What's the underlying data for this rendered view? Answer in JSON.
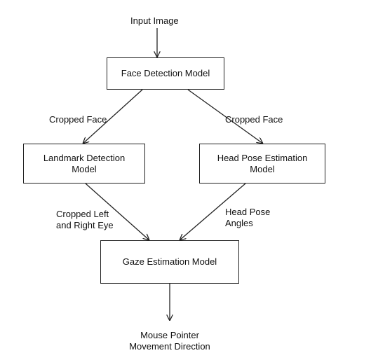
{
  "nodes": {
    "input_image": {
      "label": "Input Image"
    },
    "face_detection": {
      "label": "Face Detection Model"
    },
    "landmark_detection": {
      "line1": "Landmark Detection",
      "line2": "Model"
    },
    "head_pose": {
      "line1": "Head Pose Estimation",
      "line2": "Model"
    },
    "gaze_estimation": {
      "label": "Gaze Estimation Model"
    },
    "output": {
      "line1": "Mouse Pointer",
      "line2": "Movement Direction"
    }
  },
  "edges": {
    "face_to_landmark": {
      "label": "Cropped Face"
    },
    "face_to_headpose": {
      "label": "Cropped Face"
    },
    "landmark_to_gaze": {
      "line1": "Cropped Left",
      "line2": "and Right Eye"
    },
    "headpose_to_gaze": {
      "line1": "Head Pose",
      "line2": "Angles"
    }
  },
  "colors": {
    "stroke": "#222222",
    "text": "#111111",
    "background": "#ffffff"
  }
}
